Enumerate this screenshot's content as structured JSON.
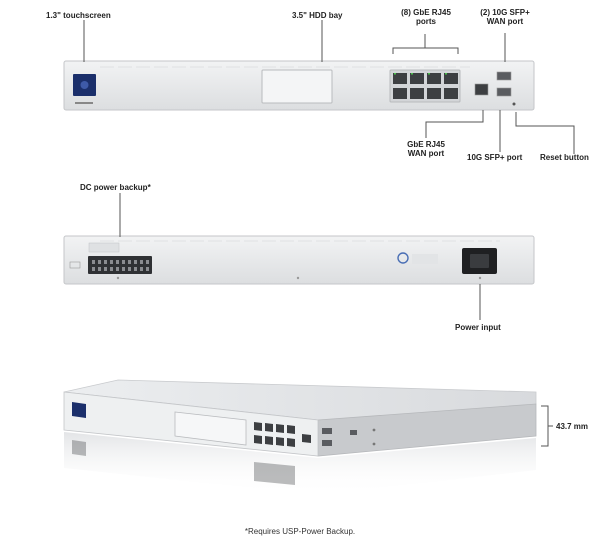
{
  "labels": {
    "touchscreen": "1.3\" touchscreen",
    "hdd_bay": "3.5\" HDD bay",
    "poe_ports": {
      "line1": "(8) GbE RJ45",
      "line2": "ports"
    },
    "sfp_plus_ports": {
      "line1": "(2) 10G SFP+",
      "line2": "WAN port"
    },
    "wan_rj45": {
      "line1": "GbE RJ45",
      "line2": "WAN port"
    },
    "sfp_lan": "10G SFP+ port",
    "reset_button": "Reset button",
    "dc_backup": "DC power backup*",
    "power_input": "Power input",
    "height": "43.7 mm"
  },
  "footnote": "*Requires USP-Power Backup.",
  "colors": {
    "chassis": "#e9eaec",
    "chassis_edge": "#c9cbce",
    "screen": "#1b2f6b",
    "port": "#3d3f42",
    "led_green": "#4cc24c",
    "line": "#555555"
  },
  "icons": {
    "touchscreen": "touchscreen-icon",
    "ubiquiti_logo": "ubiquiti-logo-icon"
  }
}
